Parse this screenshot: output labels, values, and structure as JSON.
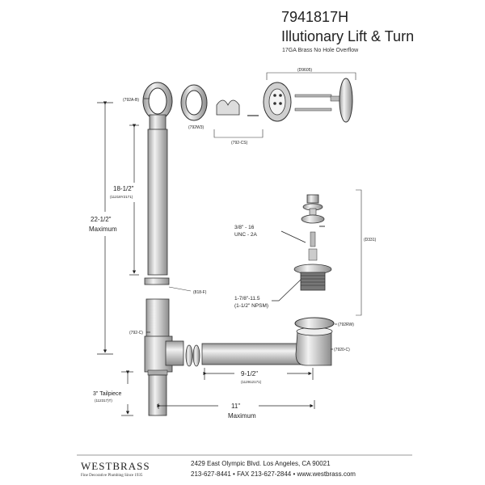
{
  "header": {
    "model": "7941817H",
    "title": "Illutionary Lift & Turn",
    "subtitle": "17GA Brass No Hole Overflow"
  },
  "parts": {
    "p792a_b": "(792A-B)",
    "p792w3": "(792W3)",
    "p792_cs": "(792-CS)",
    "d9605": "(D9605)",
    "p818f": "(818-F)",
    "p792c": "(792-C)",
    "p792rw": "(792RW)",
    "p7920c": "(7920-C)",
    "d331": "(D331)"
  },
  "dimensions": {
    "d18_label": "18-1/2\"",
    "d18_code": "(11218Y2171)",
    "d22_label": "22-1/2\"",
    "d22_sub": "Maximum",
    "thread1_a": "3/8\" - 16",
    "thread1_b": "UNC - 2A",
    "thread2_a": "1-7/8\"-11.5",
    "thread2_b": "(1-1/2\" NPSM)",
    "d9_label": "9-1/2\"",
    "d9_code": "(112912171)",
    "tail_label": "3\" Tailpiece",
    "tail_code": "(112317)T)",
    "d11_label": "11\"",
    "d11_sub": "Maximum"
  },
  "footer": {
    "brand": "WESTBRASS",
    "tagline": "Fine Decorative Plumbing Since 1935",
    "address": "2429 East Olympic Blvd. Los Angeles, CA  90021",
    "phones": "213-627-8441 • FAX 213-627-2844 • www.westbrass.com"
  }
}
